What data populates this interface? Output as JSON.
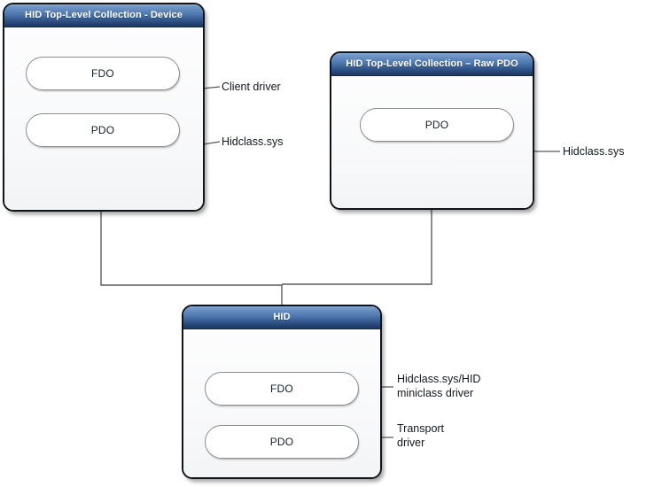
{
  "diagram": {
    "title": "HID driver stack diagram",
    "background": "#ffffff",
    "header_gradient_top": "#7197c8",
    "header_gradient_bottom": "#1d3560",
    "header_text_color": "#ffffff",
    "node_border_color": "#111418",
    "pill_border_color": "#8d8d8d",
    "connector_color": "#5a5a5a",
    "annotation_color": "#101820"
  },
  "nodes": [
    {
      "id": "tlc-device",
      "header": "HID Top-Level Collection - Device",
      "pills": [
        {
          "id": "tlc-device-fdo",
          "label": "FDO"
        },
        {
          "id": "tlc-device-pdo",
          "label": "PDO"
        }
      ]
    },
    {
      "id": "tlc-raw-pdo",
      "header": "HID Top-Level Collection – Raw PDO",
      "pills": [
        {
          "id": "tlc-raw-pdo-pdo",
          "label": "PDO"
        }
      ]
    },
    {
      "id": "hid",
      "header": "HID",
      "pills": [
        {
          "id": "hid-fdo",
          "label": "FDO"
        },
        {
          "id": "hid-pdo",
          "label": "PDO"
        }
      ]
    }
  ],
  "annotations": [
    {
      "id": "ann-client-driver",
      "text": "Client driver",
      "target": "tlc-device-fdo"
    },
    {
      "id": "ann-hidclass-device",
      "text": "Hidclass.sys",
      "target": "tlc-device-pdo"
    },
    {
      "id": "ann-hidclass-raw",
      "text": "Hidclass.sys",
      "target": "tlc-raw-pdo-pdo"
    },
    {
      "id": "ann-hidclass-miniclass",
      "text": "Hidclass.sys/HID\nminiclass driver",
      "target": "hid-fdo"
    },
    {
      "id": "ann-transport",
      "text": "Transport\ndriver",
      "target": "hid-pdo"
    }
  ]
}
